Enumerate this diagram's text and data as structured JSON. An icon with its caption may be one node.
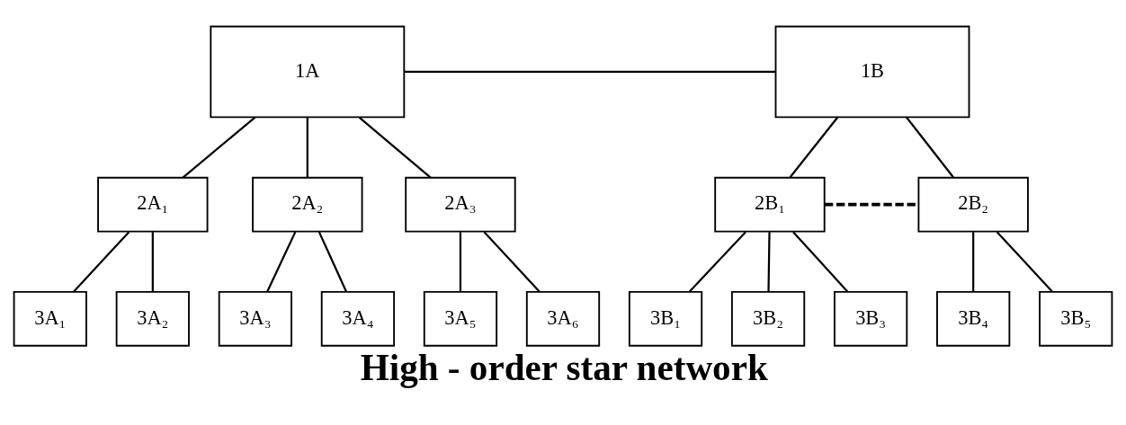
{
  "diagram": {
    "caption": "High - order star network",
    "nodes": [
      {
        "text": [
          "1A"
        ]
      },
      {
        "text": [
          "1B"
        ]
      },
      {
        "text": [
          "2A₁"
        ]
      },
      {
        "text": [
          "2A₂"
        ]
      },
      {
        "text": [
          "2A₃"
        ]
      },
      {
        "text": [
          "2B₁"
        ]
      },
      {
        "text": [
          "2B₂"
        ]
      },
      {
        "text": [
          "3A₁"
        ]
      },
      {
        "text": [
          "3A₂"
        ]
      },
      {
        "text": [
          "3A₃"
        ]
      },
      {
        "text": [
          "3A₄"
        ]
      },
      {
        "text": [
          "3A₅"
        ]
      },
      {
        "text": [
          "3A₆"
        ]
      },
      {
        "text": [
          "3B₁"
        ]
      },
      {
        "text": [
          "3B₂"
        ]
      },
      {
        "text": [
          "3B₃"
        ]
      },
      {
        "text": [
          "3B₄"
        ]
      },
      {
        "text": [
          "3B₅"
        ]
      }
    ],
    "edges": [
      {
        "from": 0,
        "to": 1,
        "arrow": "none"
      },
      {
        "from": 0,
        "to": 2,
        "arrow": "none"
      },
      {
        "from": 0,
        "to": 3,
        "arrow": "none"
      },
      {
        "from": 0,
        "to": 4,
        "arrow": "none"
      },
      {
        "from": 1,
        "to": 5,
        "arrow": "none"
      },
      {
        "from": 1,
        "to": 6,
        "arrow": "none"
      },
      {
        "from": 5,
        "to": 6,
        "arrow": "none",
        "style": "dashed"
      },
      {
        "from": 2,
        "to": 7,
        "arrow": "none"
      },
      {
        "from": 2,
        "to": 8,
        "arrow": "none"
      },
      {
        "from": 3,
        "to": 9,
        "arrow": "none"
      },
      {
        "from": 3,
        "to": 10,
        "arrow": "none"
      },
      {
        "from": 4,
        "to": 11,
        "arrow": "none"
      },
      {
        "from": 4,
        "to": 12,
        "arrow": "none"
      },
      {
        "from": 5,
        "to": 13,
        "arrow": "none"
      },
      {
        "from": 5,
        "to": 14,
        "arrow": "none"
      },
      {
        "from": 5,
        "to": 15,
        "arrow": "none"
      },
      {
        "from": 6,
        "to": 16,
        "arrow": "none"
      },
      {
        "from": 6,
        "to": 17,
        "arrow": "none"
      }
    ]
  }
}
